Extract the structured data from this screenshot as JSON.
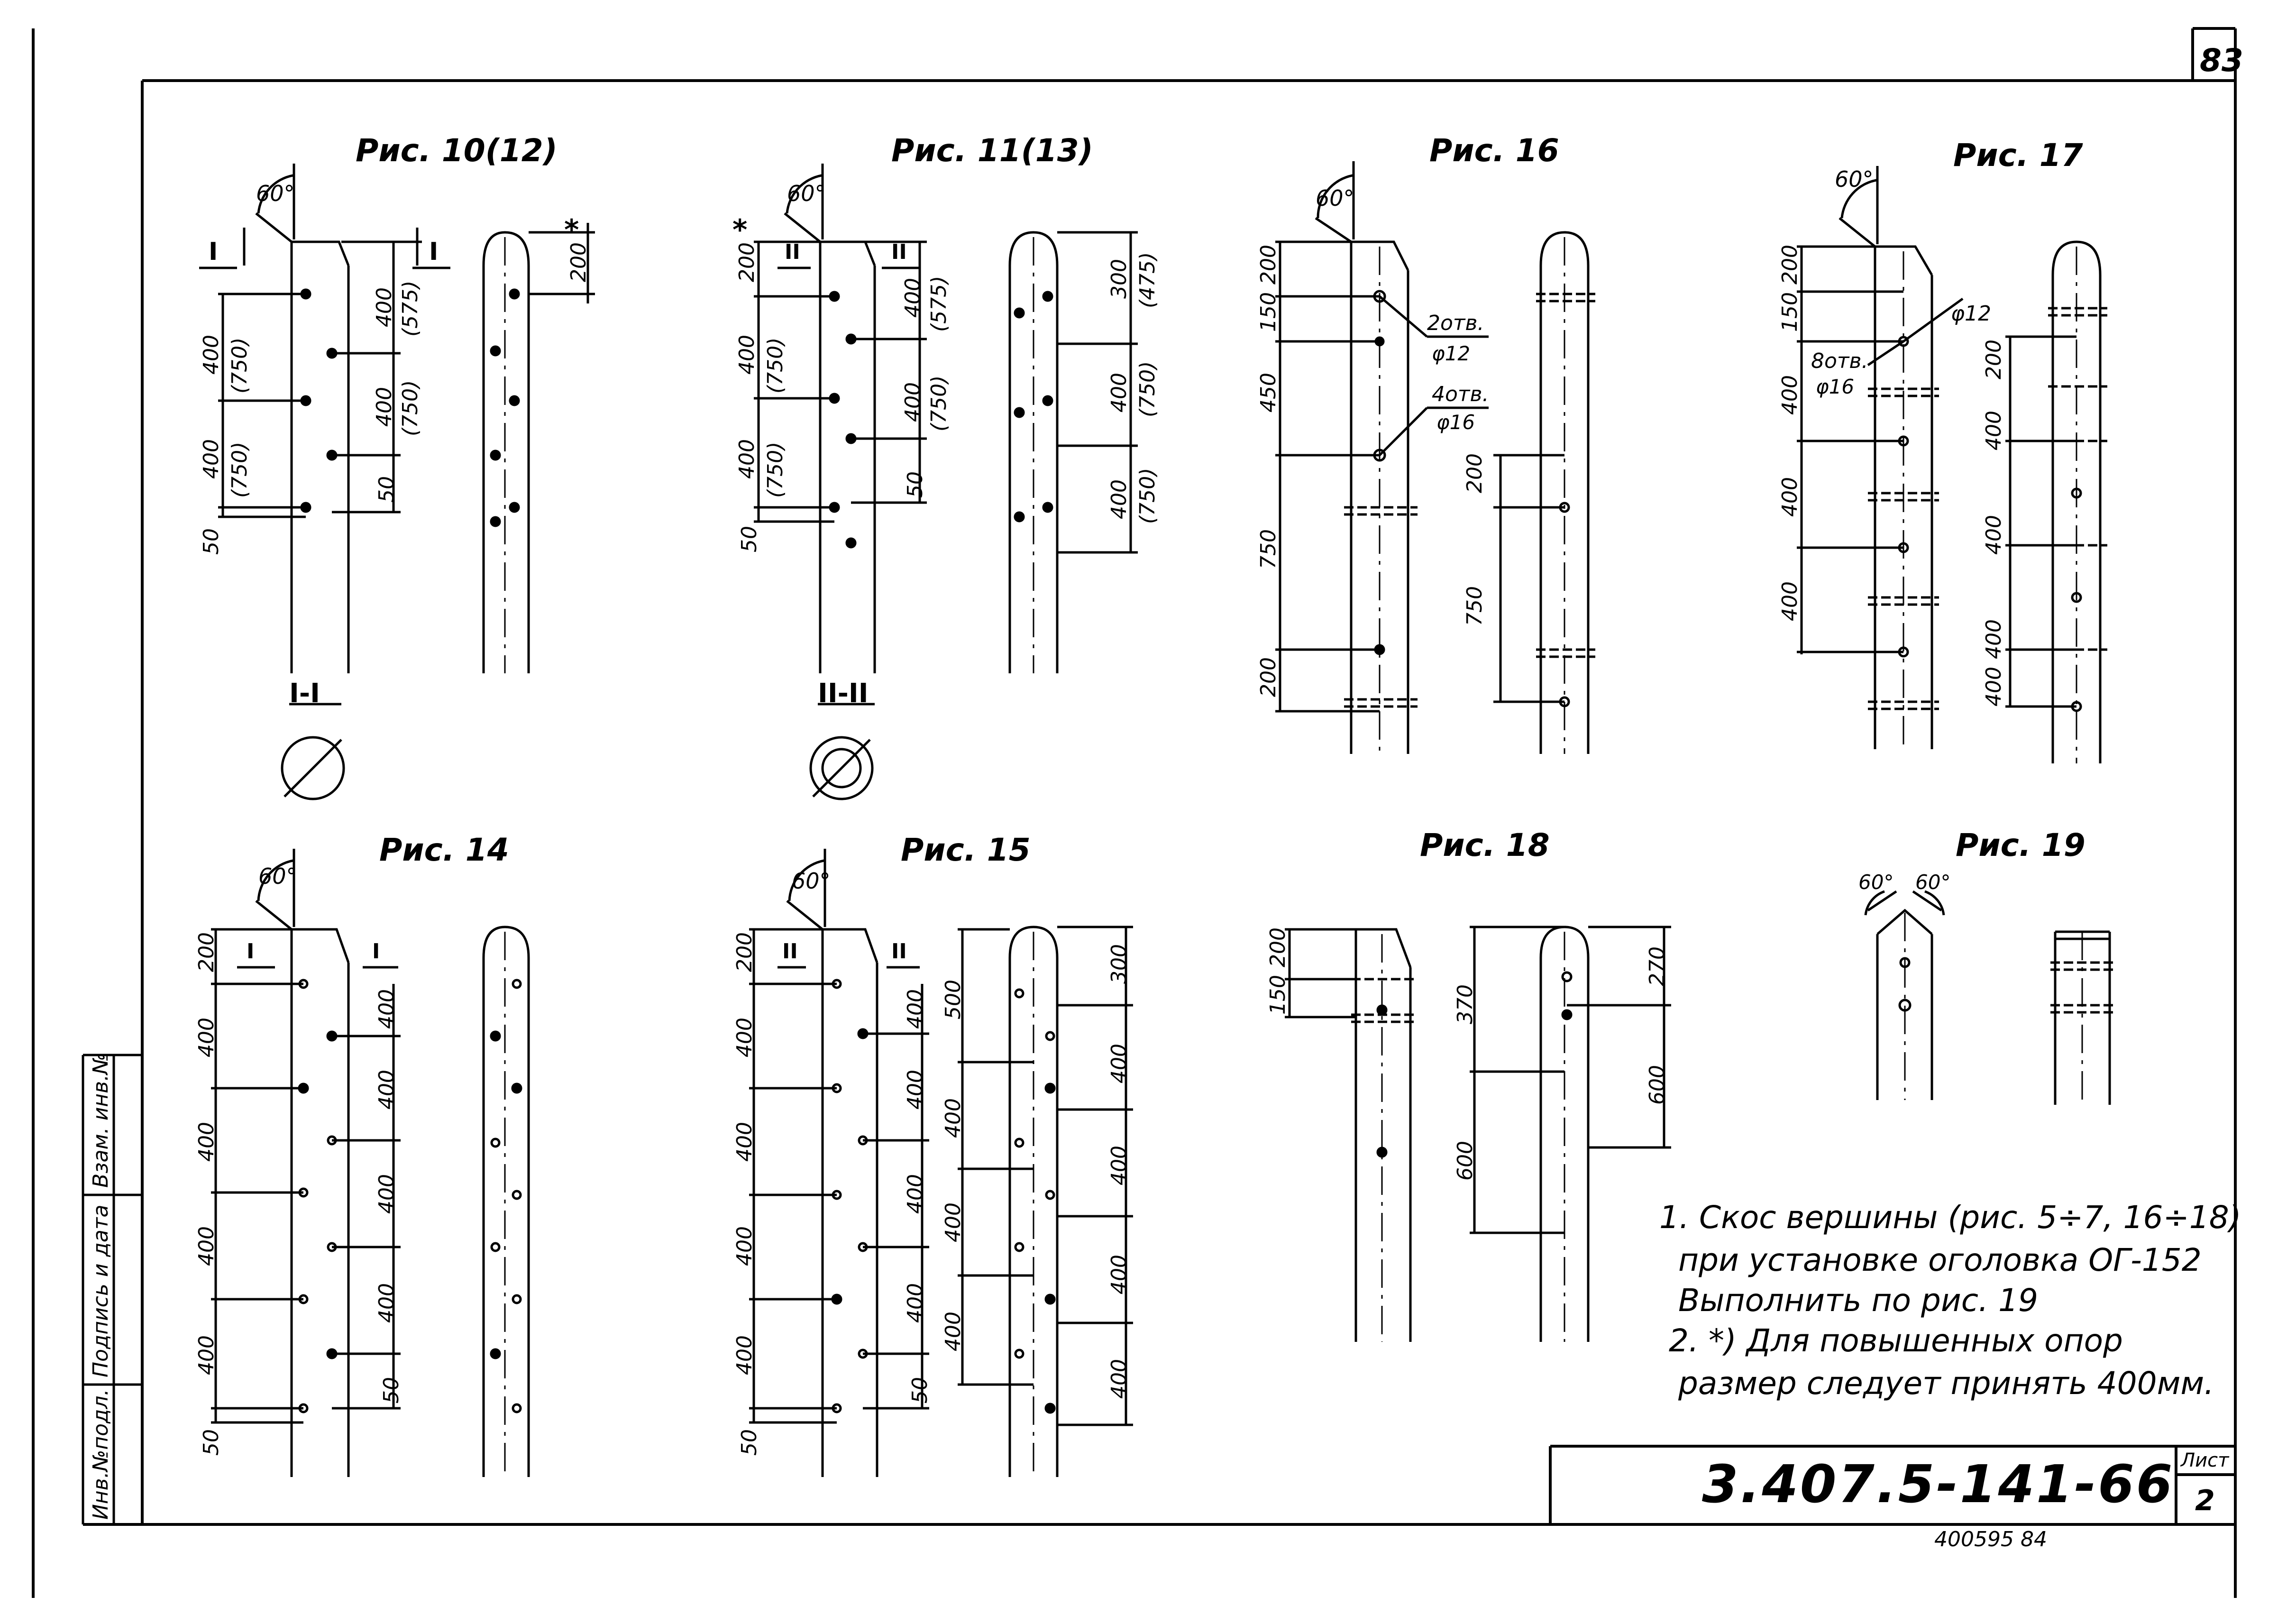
{
  "sheet": {
    "page_number": "83",
    "document_code": "3.407.5-141-66",
    "sheet_label": "Лист",
    "sheet_number": "2",
    "archive_number": "400595  84"
  },
  "side_stamp": {
    "col1": "Инв.№подл.",
    "col2": "Подпись и дата",
    "col3": "Взам. инв.№"
  },
  "figures": {
    "fig10": {
      "title": "Рис. 10(12)",
      "angle": "60°",
      "section": "I-I",
      "section_mark": "I",
      "star": "*",
      "dims_left": [
        "400",
        "(750)",
        "400",
        "(750)",
        "50"
      ],
      "dims_right": [
        "400",
        "(575)",
        "400",
        "(750)",
        "50"
      ],
      "dim_top": "200"
    },
    "fig11": {
      "title": "Рис. 11(13)",
      "angle": "60°",
      "section": "II-II",
      "section_mark": "II",
      "star": "*",
      "dims_left": [
        "200",
        "400",
        "(750)",
        "400",
        "(750)",
        "50"
      ],
      "dims_right": [
        "400",
        "(575)",
        "400",
        "(750)",
        "50"
      ],
      "dims_far": [
        "300",
        "(475)",
        "400",
        "(750)",
        "400",
        "(750)"
      ]
    },
    "fig16": {
      "title": "Рис. 16",
      "angle": "60°",
      "dims_left": [
        "200",
        "150",
        "450",
        "750",
        "200"
      ],
      "holes_a": "2отв.",
      "holes_a_d": "φ12",
      "holes_b": "4отв.",
      "holes_b_d": "φ16",
      "dims_right": [
        "200",
        "750"
      ]
    },
    "fig17": {
      "title": "Рис. 17",
      "angle": "60°",
      "dims_left": [
        "200",
        "150",
        "400",
        "400",
        "400"
      ],
      "holes": "8отв.",
      "holes_d": "φ16",
      "d12": "φ12",
      "dims_right": [
        "200",
        "400",
        "400",
        "400",
        "400"
      ]
    },
    "fig14": {
      "title": "Рис. 14",
      "angle": "60°",
      "section_mark": "I",
      "dims_left": [
        "200",
        "400",
        "400",
        "400",
        "400",
        "50"
      ],
      "dims_right": [
        "400",
        "400",
        "400",
        "400",
        "50"
      ]
    },
    "fig15": {
      "title": "Рис. 15",
      "angle": "60°",
      "section_mark": "II",
      "dims_left": [
        "200",
        "400",
        "400",
        "400",
        "400",
        "50"
      ],
      "dims_right": [
        "400",
        "400",
        "400",
        "400",
        "50"
      ],
      "dims_mid": [
        "500",
        "400",
        "400",
        "400"
      ],
      "dims_far": [
        "300",
        "400",
        "400",
        "400",
        "400"
      ]
    },
    "fig18": {
      "title": "Рис. 18",
      "dims_left": [
        "200",
        "150"
      ],
      "dims_mid": [
        "370",
        "600"
      ],
      "dims_right": [
        "270",
        "600"
      ]
    },
    "fig19": {
      "title": "Рис. 19",
      "angle_left": "60°",
      "angle_right": "60°"
    }
  },
  "notes": {
    "n1_line1": "1.  Скос вершины (рис. 5÷7, 16÷18)",
    "n1_line2": "при установке  оголовка  ОГ-152",
    "n1_line3": "Выполнить   по  рис.  19",
    "n2_line1": "2. *) Для  повышенных   опор",
    "n2_line2": "размер следует принять  400мм."
  }
}
